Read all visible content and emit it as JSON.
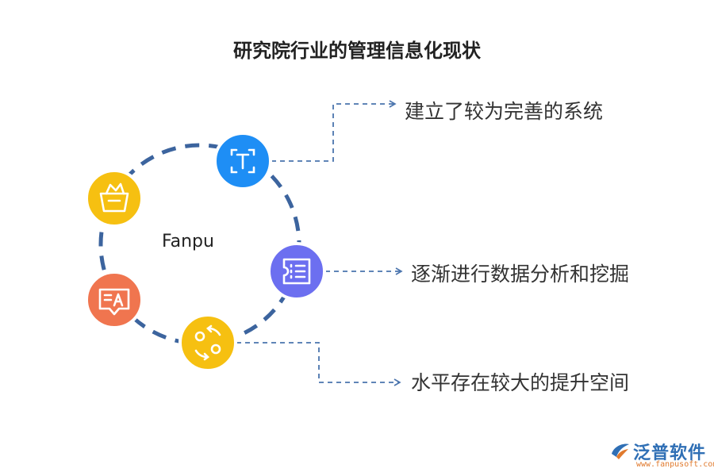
{
  "title": "研究院行业的管理信息化现状",
  "center_label": "Fanpu",
  "items": [
    {
      "text": "建立了较为完善的系统",
      "icon": "text-frame-icon",
      "color": "#1e8ef5"
    },
    {
      "text": "逐渐进行数据分析和挖掘",
      "icon": "ticket-list-icon",
      "color": "#6c6ff0"
    },
    {
      "text": "水平存在较大的提升空间",
      "icon": "sync-people-icon",
      "color": "#f6c011"
    }
  ],
  "decor_nodes": [
    {
      "icon": "basket-icon",
      "color": "#f6c011"
    },
    {
      "icon": "translate-bubble-icon",
      "color": "#f0754f"
    }
  ],
  "ring_color": "#3c649e",
  "connector_color": "#4a74ad",
  "logo": {
    "brand": "泛普软件",
    "url": "www.fanpusoft.com"
  }
}
